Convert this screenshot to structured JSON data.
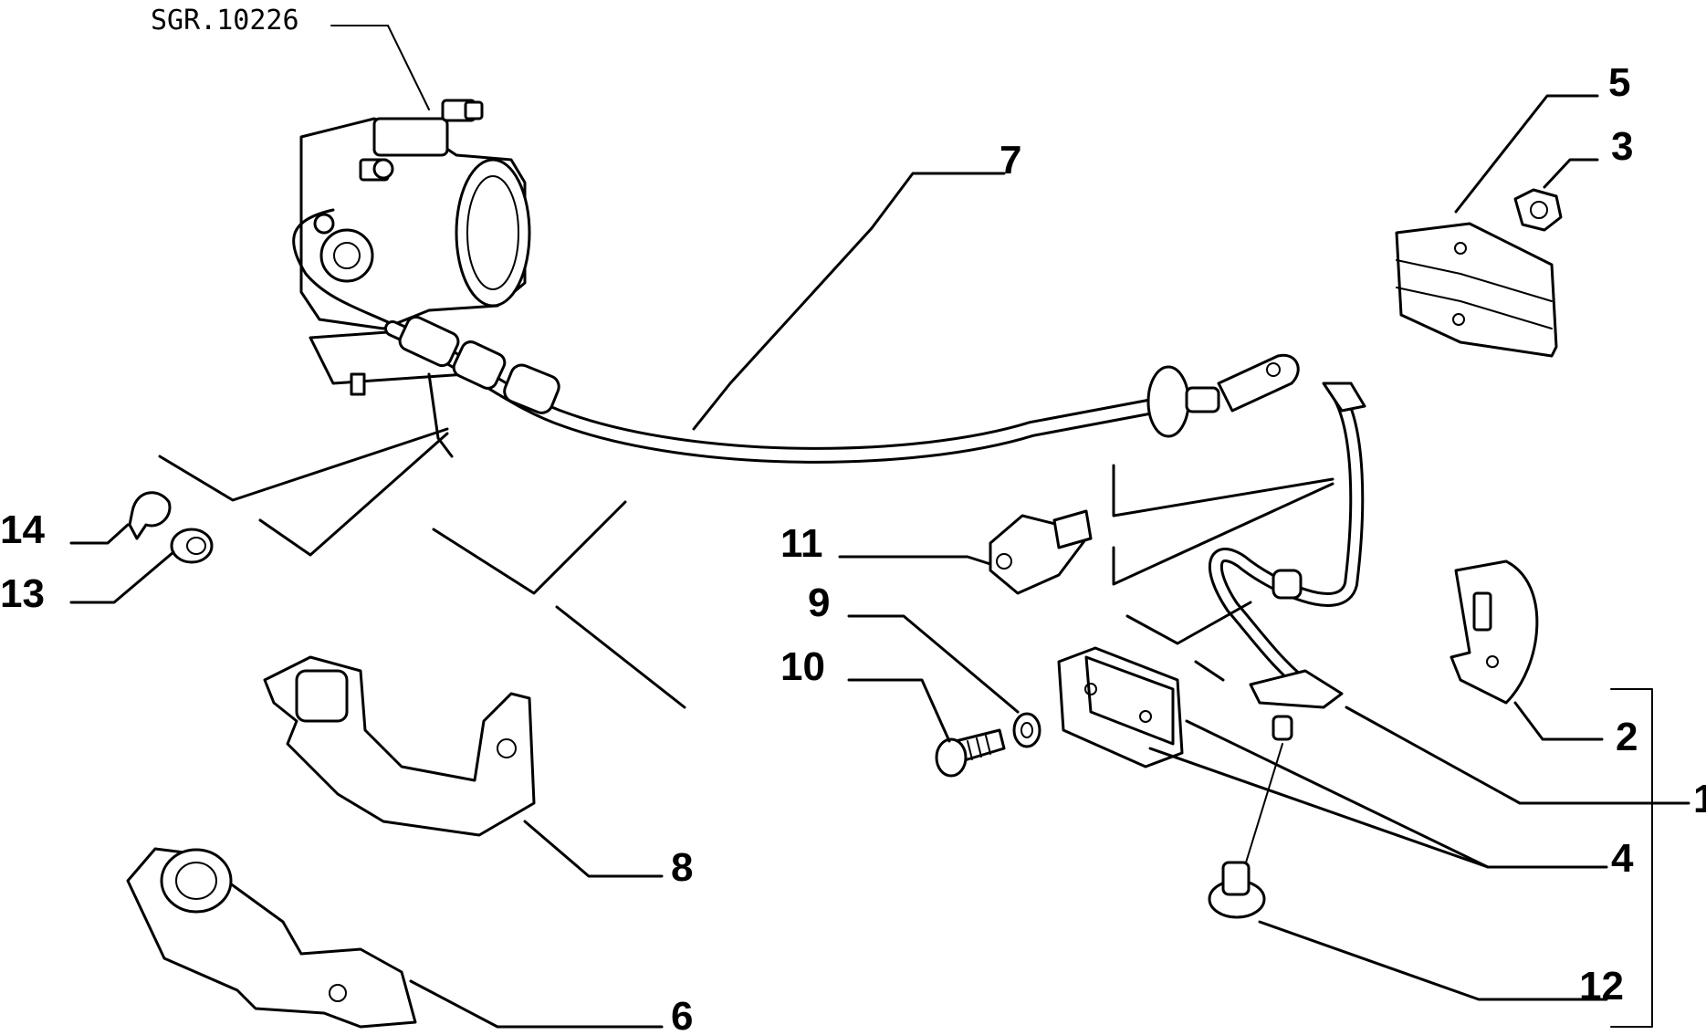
{
  "reference_code": "SGR.10226",
  "callouts": {
    "c1": "1",
    "c2": "2",
    "c3": "3",
    "c4": "4",
    "c5": "5",
    "c6": "6",
    "c7": "7",
    "c8": "8",
    "c9": "9",
    "c10": "10",
    "c11": "11",
    "c12": "12",
    "c13": "13",
    "c14": "14"
  }
}
